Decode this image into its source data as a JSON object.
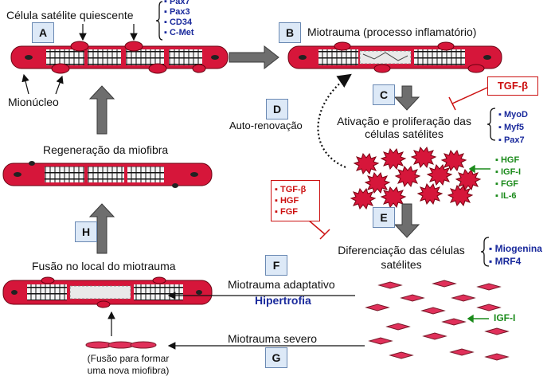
{
  "labels": {
    "quiescent": "Célula satélite quiescente",
    "mionucleo": "Mionúcleo",
    "miotrauma": "Miotrauma (processo inflamatório)",
    "autorenovacao": "Auto-renovação",
    "ativacao1": "Ativação e proliferação das",
    "ativacao2": "células satélites",
    "regeneracao": "Regeneração da miofibra",
    "diferenciacao1": "Diferenciação das células",
    "diferenciacao2": "satélites",
    "fusao": "Fusão no local do miotrauma",
    "adaptativo": "Miotrauma adaptativo",
    "hipertrofia": "Hipertrofia",
    "severo": "Miotrauma severo",
    "nova1": "(Fusão para formar",
    "nova2": "uma nova miofibra)"
  },
  "steps": [
    "A",
    "B",
    "C",
    "D",
    "E",
    "F",
    "G",
    "H"
  ],
  "markers_quiescent": [
    "Pax7",
    "Pax3",
    "CD34",
    "C-Met"
  ],
  "markers_activation": [
    "MyoD",
    "Myf5",
    "Pax7"
  ],
  "growth_factors_prolif": [
    "HGF",
    "IGF-I",
    "FGF",
    "IL-6"
  ],
  "tgf_inhibitor": "TGF-β",
  "inhibitors_diff": [
    "TGF-β",
    "HGF",
    "FGF"
  ],
  "markers_diff": [
    "Miogenina",
    "MRF4"
  ],
  "igf_diff": "IGF-I",
  "colors": {
    "fiber": "#d6163a",
    "cell": "#e0305a",
    "blue": "#1a2a9c",
    "green": "#1a8a1a",
    "red": "#cc1111",
    "arrow_gray": "#6e6e6e"
  }
}
